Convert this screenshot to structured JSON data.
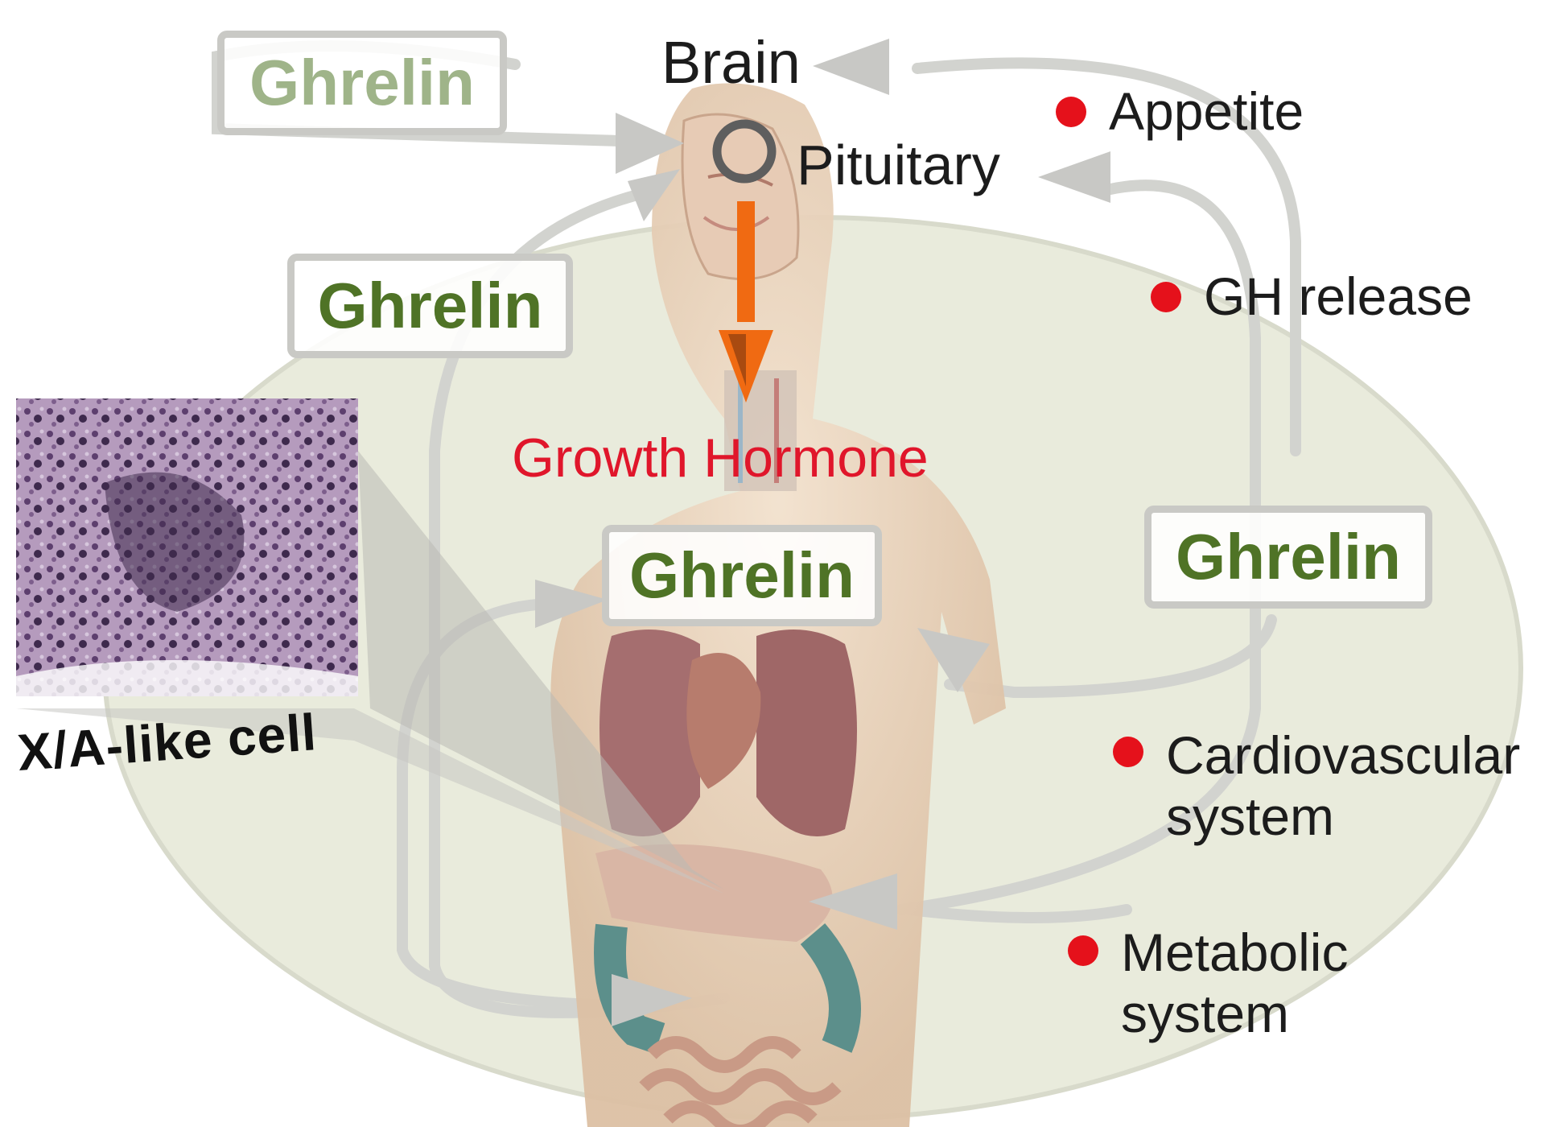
{
  "diagram": {
    "brain_label": "Brain",
    "pituitary_label": "Pituitary",
    "growth_hormone_label": "Growth Hormone",
    "ghrelin_labels": [
      "Ghrelin",
      "Ghrelin",
      "Ghrelin",
      "Ghrelin"
    ],
    "cell_label": "X/A-like cell",
    "effects": [
      {
        "lines": [
          "Appetite"
        ]
      },
      {
        "lines": [
          "GH release"
        ]
      },
      {
        "lines": [
          "Cardiovascular",
          "system"
        ]
      },
      {
        "lines": [
          "Metabolic",
          "system"
        ]
      }
    ]
  },
  "colors": {
    "ghrelin_text": "#4f7326",
    "ghrelin_text_faded": "#9fb489",
    "growth_hormone_text": "#e0162b",
    "bullet": "#e5111b",
    "ellipse_fill": "#e9ebdc",
    "hormone_arrow": "#f06a12",
    "flow_arrows": "#c8c8c5"
  }
}
